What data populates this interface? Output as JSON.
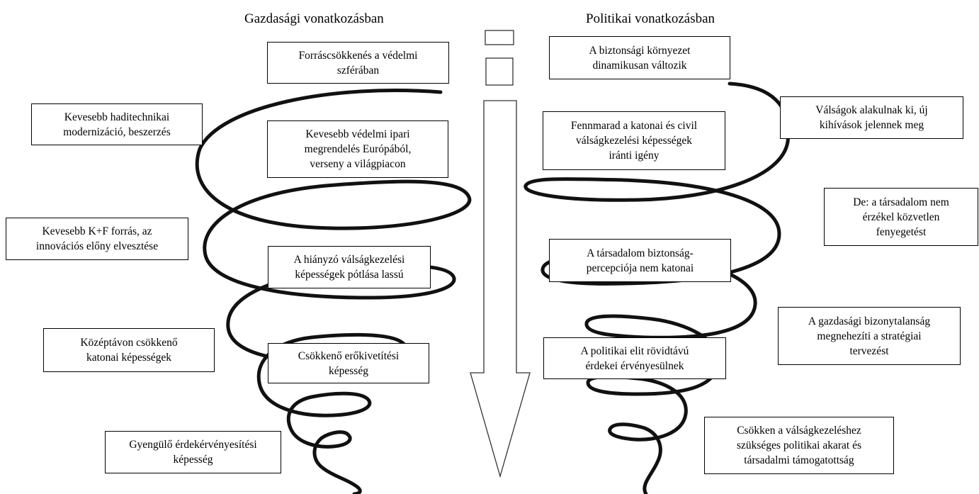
{
  "headings": {
    "left": "Gazdasági vonatkozásban",
    "right": "Politikai vonatkozásban"
  },
  "economic": [
    {
      "lines": [
        "Forráscsökkenés a védelmi",
        "szférában"
      ]
    },
    {
      "lines": [
        "Kevesebb haditechnikai",
        "modernizáció, beszerzés"
      ]
    },
    {
      "lines": [
        "Kevesebb védelmi ipari",
        "megrendelés Európából,",
        "verseny a világpiacon"
      ]
    },
    {
      "lines": [
        "Kevesebb K+F forrás, az",
        "innovációs előny elvesztése"
      ]
    },
    {
      "lines": [
        "A hiányzó válságkezelési",
        "képességek pótlása lassú"
      ]
    },
    {
      "lines": [
        "Középtávon csökkenő",
        "katonai képességek"
      ]
    },
    {
      "lines": [
        "Csökkenő erőkivetítési",
        "képesség"
      ]
    },
    {
      "lines": [
        "Gyengülő érdekérvényesítési",
        "képesség"
      ]
    }
  ],
  "political": [
    {
      "lines": [
        "A biztonsági környezet",
        "dinamikusan változik"
      ]
    },
    {
      "lines": [
        "Válságok alakulnak ki, új",
        "kihívások jelennek meg"
      ]
    },
    {
      "lines": [
        "Fennmarad a katonai és civil",
        "válságkezelési képességek",
        "iránti igény"
      ]
    },
    {
      "lines": [
        "De: a társadalom nem",
        "érzékel közvetlen",
        "fenyegetést"
      ]
    },
    {
      "lines": [
        "A társadalom biztonság-",
        "percepciója nem katonai"
      ]
    },
    {
      "lines": [
        "A gazdasági bizonytalanság",
        "megnehezíti a stratégiai",
        "tervezést"
      ]
    },
    {
      "lines": [
        "A politikai elit rövidtávú",
        "érdekei érvényesülnek"
      ]
    },
    {
      "lines": [
        "Csökken a válságkezeléshez",
        "szükséges politikai akarat és",
        "társadalmi támogatottság"
      ]
    }
  ]
}
